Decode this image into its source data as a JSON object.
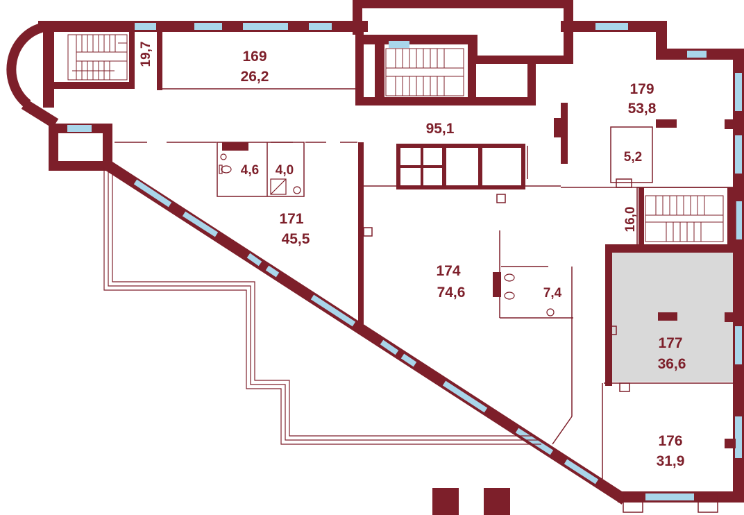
{
  "plan": {
    "colors": {
      "wall": "#7d1f2a",
      "glazing": "#a9d6ea",
      "highlight": "#d9d9d9",
      "background": "#ffffff"
    },
    "rooms": [
      {
        "number": "169",
        "area": "26,2"
      },
      {
        "number": "",
        "area": "19,7"
      },
      {
        "number": "",
        "area": "95,1"
      },
      {
        "number": "179",
        "area": "53,8"
      },
      {
        "number": "",
        "area": "5,2"
      },
      {
        "number": "",
        "area": "4,6"
      },
      {
        "number": "",
        "area": "4,0"
      },
      {
        "number": "171",
        "area": "45,5"
      },
      {
        "number": "",
        "area": "16,0"
      },
      {
        "number": "174",
        "area": "74,6"
      },
      {
        "number": "",
        "area": "7,4"
      },
      {
        "number": "177",
        "area": "36,6",
        "highlighted": true
      },
      {
        "number": "176",
        "area": "31,9"
      }
    ],
    "icons": [
      "stair-icon",
      "stair-icon",
      "stair-icon",
      "toilet-icon",
      "sink-icon",
      "shower-icon"
    ]
  }
}
